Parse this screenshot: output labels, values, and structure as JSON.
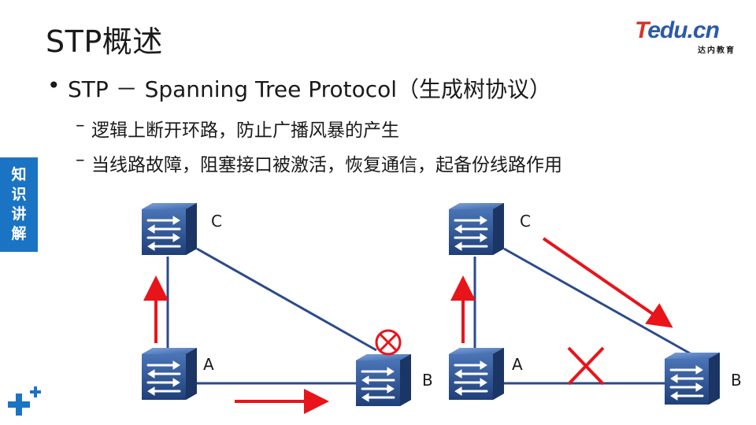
{
  "slide": {
    "title": "STP概述",
    "logo": {
      "brand_t": "T",
      "brand_rest": "edu.cn",
      "subtitle": "达内教育"
    },
    "bullet": "STP － Spanning Tree Protocol（生成树协议）",
    "sub_bullets": [
      "逻辑上断开环路，防止广播风暴的产生",
      "当线路故障，阻塞接口被激活，恢复通信，起备份线路作用"
    ],
    "side_tab": [
      "知",
      "识",
      "讲",
      "解"
    ]
  },
  "diagram": {
    "colors": {
      "link": "#2c4a8c",
      "arrow": "#e8141a",
      "switch_dark": "#1f3f78",
      "switch_light": "#5b86c7"
    },
    "left": {
      "switches": [
        {
          "id": "C",
          "label": "C"
        },
        {
          "id": "A",
          "label": "A"
        },
        {
          "id": "B",
          "label": "B"
        }
      ],
      "blocked_port": "B-C link at B (blocked-port-icon)",
      "arrows": [
        "A→C",
        "A→B"
      ]
    },
    "right": {
      "switches": [
        {
          "id": "C",
          "label": "C"
        },
        {
          "id": "A",
          "label": "A"
        },
        {
          "id": "B",
          "label": "B"
        }
      ],
      "failed_link": "A-B (x-mark-icon)",
      "arrows": [
        "A→C",
        "C→B"
      ]
    }
  }
}
